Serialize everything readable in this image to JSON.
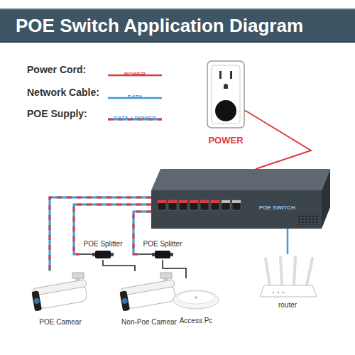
{
  "diagram": {
    "title": "POE Switch Application Diagram",
    "nodes": [
      {
        "text": [
          "POWER"
        ]
      },
      {
        "text": [
          "POE SWITCH"
        ]
      },
      {
        "text": [
          "POE Splitter"
        ]
      },
      {
        "text": [
          "POE Splitter"
        ]
      },
      {
        "text": [
          "POE Camear"
        ]
      },
      {
        "text": [
          "Non-Poe Camear"
        ]
      },
      {
        "text": [
          "Access Pc"
        ]
      },
      {
        "text": [
          "router"
        ]
      }
    ],
    "edges": [
      {
        "from": 0,
        "to": 1,
        "arrow": "none"
      },
      {
        "from": 1,
        "to": 4,
        "arrow": "none"
      },
      {
        "from": 1,
        "to": 2,
        "arrow": "none"
      },
      {
        "from": 2,
        "to": 5,
        "arrow": "none"
      },
      {
        "from": 1,
        "to": 3,
        "arrow": "none"
      },
      {
        "from": 3,
        "to": 6,
        "arrow": "none"
      },
      {
        "from": 1,
        "to": 7,
        "arrow": "none"
      }
    ],
    "labels": [
      "POWER",
      "DATA",
      "DATA + POWER"
    ],
    "legend": [
      {
        "text": "Power Cord:"
      },
      {
        "text": "Network Cable:"
      },
      {
        "text": "POE Supply:"
      }
    ]
  }
}
